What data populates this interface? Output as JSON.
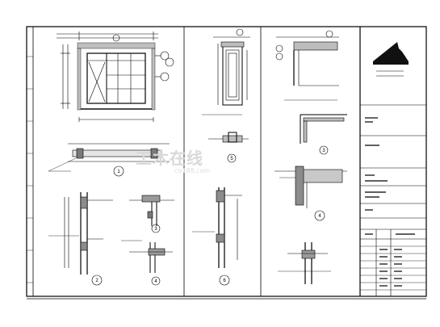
{
  "watermark": {
    "name": "工木在线",
    "domain": "co188.com"
  },
  "detail_markers": [
    "1",
    "2",
    "3",
    "4",
    "5",
    "6",
    "3",
    "4"
  ]
}
